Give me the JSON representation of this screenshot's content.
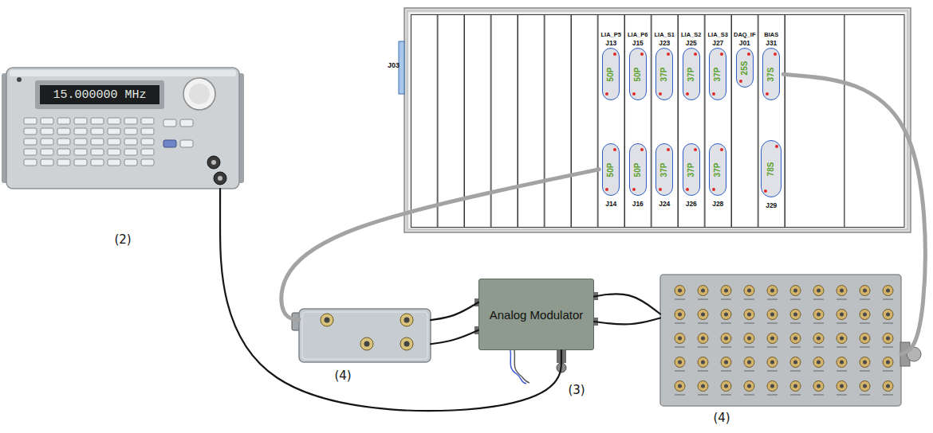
{
  "diagram": {
    "nodes": [
      {
        "text": [
          "J03"
        ]
      },
      {
        "text": [
          "LIA_P5"
        ],
        "in": 0
      },
      {
        "text": [
          "J13",
          "50P"
        ],
        "in": 1
      },
      {
        "text": [
          "50P",
          "J14"
        ],
        "in": 1
      },
      {
        "text": [
          "LIA_P6"
        ],
        "in": 0
      },
      {
        "text": [
          "J15",
          "50P"
        ],
        "in": 4
      },
      {
        "text": [
          "50P",
          "J16"
        ],
        "in": 4
      },
      {
        "text": [
          "LIA_S1"
        ],
        "in": 0
      },
      {
        "text": [
          "J23",
          "37P"
        ],
        "in": 7
      },
      {
        "text": [
          "37P",
          "J24"
        ],
        "in": 7
      },
      {
        "text": [
          "LIA_S2"
        ],
        "in": 0
      },
      {
        "text": [
          "J25",
          "37P"
        ],
        "in": 10
      },
      {
        "text": [
          "37P",
          "J26"
        ],
        "in": 10
      },
      {
        "text": [
          "LIA_S3"
        ],
        "in": 0
      },
      {
        "text": [
          "J27",
          "37P"
        ],
        "in": 13
      },
      {
        "text": [
          "37P",
          "J28"
        ],
        "in": 13
      },
      {
        "text": [
          "DAQ_IF"
        ],
        "in": 0
      },
      {
        "text": [
          "J01",
          "25S"
        ],
        "in": 16
      },
      {
        "text": [
          "BIAS"
        ],
        "in": 0
      },
      {
        "text": [
          "J31",
          "37S"
        ],
        "in": 18
      },
      {
        "text": [
          "78S",
          "J29"
        ],
        "in": 18
      },
      {
        "text": [
          "15.000000 MHz",
          "(2)"
        ]
      },
      {
        "text": [
          "(4)"
        ]
      },
      {
        "text": [
          "Analog Modulator"
        ]
      },
      {
        "text": [
          "(4)"
        ]
      }
    ],
    "edges": [
      {
        "from": 3,
        "to": 22,
        "arrow": "none"
      },
      {
        "from": 22,
        "to": 23,
        "arrow": "none"
      },
      {
        "from": 22,
        "to": 23,
        "arrow": "none"
      },
      {
        "from": 23,
        "to": 24,
        "arrow": "none"
      },
      {
        "from": 23,
        "to": 24,
        "arrow": "none"
      },
      {
        "from": 21,
        "to": 23,
        "arrow": "none"
      },
      {
        "from": 24,
        "to": 19,
        "arrow": "none"
      }
    ],
    "labels": [
      "(3)"
    ]
  }
}
